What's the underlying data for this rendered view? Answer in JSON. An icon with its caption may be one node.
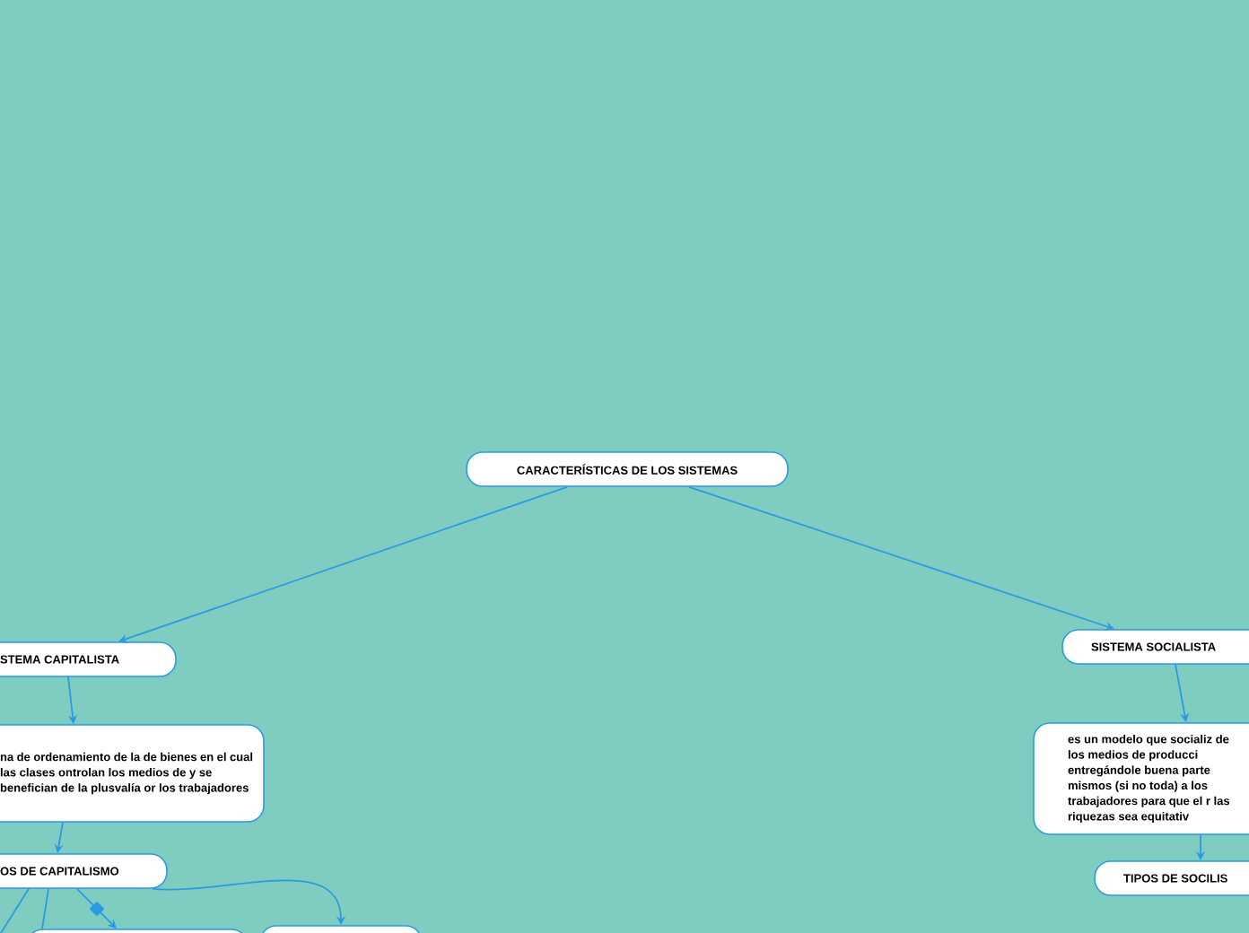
{
  "diagram": {
    "nodes": [
      {
        "text": [
          "CARACTERÍSTICAS DE LOS SISTEMAS"
        ]
      },
      {
        "text": [
          "STEMA CAPITALISTA"
        ]
      },
      {
        "text": [
          "na de ordenamiento de la de bienes en el cual las clases ontrolan los medios de y se benefician de la plusvalía or los trabajadores"
        ]
      },
      {
        "text": [
          "OS DE CAPITALISMO"
        ]
      },
      {
        "text": [],
        "shape": "box"
      },
      {
        "text": [],
        "shape": "box"
      },
      {
        "text": [
          "SISTEMA SOCIALISTA"
        ]
      },
      {
        "text": [
          "es un modelo que socializ de los medios de producci entregándole buena parte mismos (si no toda) a los trabajadores para que el r las riquezas sea equitativ"
        ]
      },
      {
        "text": [
          "TIPOS DE SOCILIS"
        ]
      }
    ],
    "edges": [
      {
        "from": 0,
        "to": 1,
        "arrow": "to"
      },
      {
        "from": 0,
        "to": 6,
        "arrow": "to"
      },
      {
        "from": 1,
        "to": 2,
        "arrow": "to"
      },
      {
        "from": 6,
        "to": 7,
        "arrow": "to"
      },
      {
        "from": 2,
        "to": 3,
        "arrow": "to"
      },
      {
        "from": 7,
        "to": 8,
        "arrow": "to"
      },
      {
        "from": 3,
        "to": 4,
        "arrow": "to"
      },
      {
        "from": 3,
        "to": 5,
        "arrow": "to"
      },
      {
        "from": 3,
        "to": null,
        "arrow": "none"
      },
      {
        "from": 3,
        "to": 4,
        "arrow": "none"
      }
    ]
  }
}
